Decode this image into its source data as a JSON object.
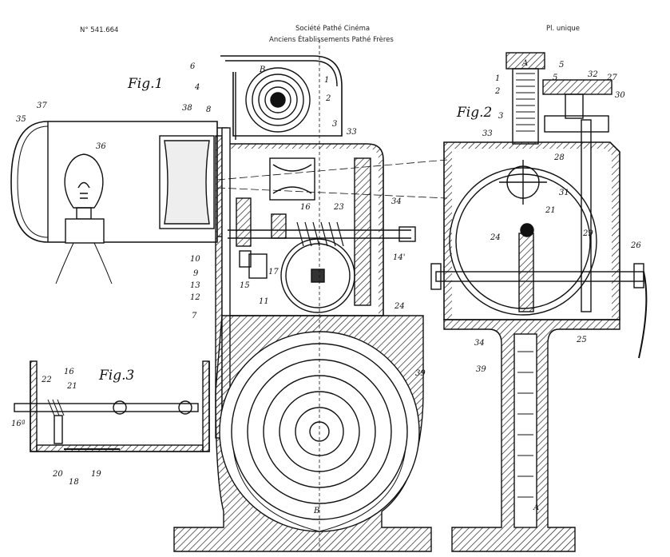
{
  "header": {
    "patent_number": "N° 541.664",
    "company_line1": "Société Pathé Cinéma",
    "company_line2": "Anciens Établissements Pathé Frères",
    "plate": "Pl. unique"
  },
  "figures": {
    "fig1": {
      "title": "Fig.1",
      "labels": {
        "l1": "1",
        "l2": "2",
        "l3": "3",
        "l4": "4",
        "l6": "6",
        "l7": "7",
        "l8": "8",
        "l9": "9",
        "l10": "10",
        "l11": "11",
        "l12": "12",
        "l13": "13",
        "l14p": "14'",
        "l15": "15",
        "l16": "16",
        "l17": "17",
        "l23": "23",
        "l24": "24",
        "l33": "33",
        "l34": "34",
        "l35": "35",
        "l36": "36",
        "l37": "37",
        "l38": "38",
        "l39": "39",
        "B_top": "B",
        "B_bottom": "B"
      }
    },
    "fig2": {
      "title": "Fig.2",
      "labels": {
        "l1": "1",
        "l2": "2",
        "l3": "3",
        "l5a": "5",
        "l5b": "5",
        "l21": "21",
        "l24": "24",
        "l25": "25",
        "l26": "26",
        "l27": "27",
        "l28": "28",
        "l29": "29",
        "l30": "30",
        "l31": "31",
        "l32": "32",
        "l33": "33",
        "l34": "34",
        "l39": "39",
        "A_top": "A",
        "A_bottom": "A"
      }
    },
    "fig3": {
      "title": "Fig.3",
      "labels": {
        "l16": "16",
        "l16a": "16ª",
        "l18": "18",
        "l19": "19",
        "l20": "20",
        "l21": "21",
        "l22": "22"
      }
    }
  }
}
